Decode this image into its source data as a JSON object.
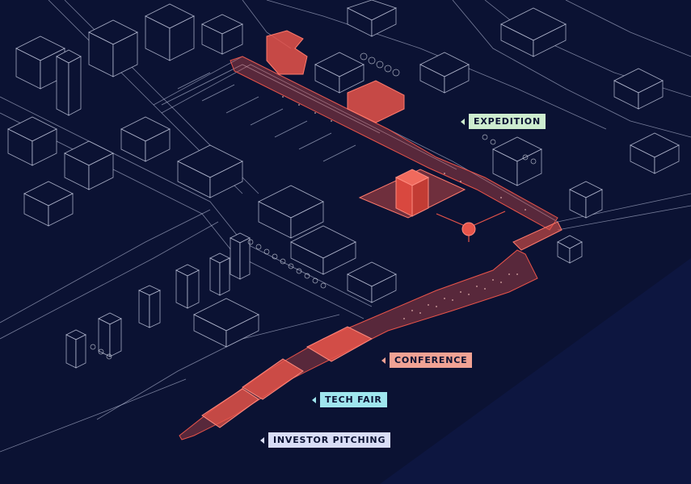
{
  "labels": {
    "expedition": {
      "text": "EXPEDITION",
      "color": "#cdeccf"
    },
    "conference": {
      "text": "CONFERENCE",
      "color": "#f2a294"
    },
    "tech_fair": {
      "text": "TECH FAIR",
      "color": "#9fe6ee"
    },
    "investor_pitching": {
      "text": "INVESTOR PITCHING",
      "color": "#d9ddf6"
    }
  },
  "colors": {
    "background": "#0b1233",
    "linework": "#cfd6ee",
    "highlight": "#e8544a",
    "water": "#0d1640"
  }
}
